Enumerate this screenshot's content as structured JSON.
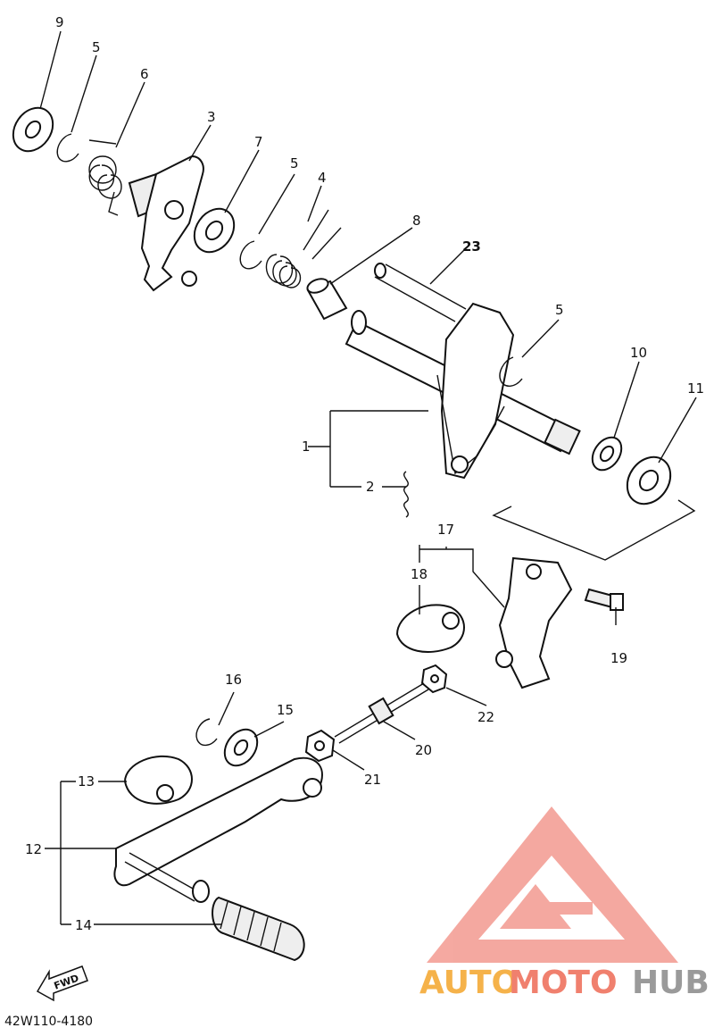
{
  "diagram": {
    "callouts": [
      {
        "id": "c9",
        "text": "9"
      },
      {
        "id": "c5a",
        "text": "5"
      },
      {
        "id": "c6",
        "text": "6"
      },
      {
        "id": "c3",
        "text": "3"
      },
      {
        "id": "c7",
        "text": "7"
      },
      {
        "id": "c5b",
        "text": "5"
      },
      {
        "id": "c4",
        "text": "4"
      },
      {
        "id": "c8",
        "text": "8"
      },
      {
        "id": "c23",
        "text": "23"
      },
      {
        "id": "c5c",
        "text": "5"
      },
      {
        "id": "c10",
        "text": "10"
      },
      {
        "id": "c11",
        "text": "11"
      },
      {
        "id": "c1",
        "text": "1"
      },
      {
        "id": "c2",
        "text": "2"
      },
      {
        "id": "c17",
        "text": "17"
      },
      {
        "id": "c18",
        "text": "18"
      },
      {
        "id": "c19",
        "text": "19"
      },
      {
        "id": "c22",
        "text": "22"
      },
      {
        "id": "c16",
        "text": "16"
      },
      {
        "id": "c15",
        "text": "15"
      },
      {
        "id": "c20",
        "text": "20"
      },
      {
        "id": "c21",
        "text": "21"
      },
      {
        "id": "c13",
        "text": "13"
      },
      {
        "id": "c12",
        "text": "12"
      },
      {
        "id": "c14",
        "text": "14"
      }
    ],
    "fwd_label": "FWD",
    "diagram_code": "42W110-4180"
  },
  "watermark": {
    "part1": "AUTO",
    "part2": "MOTO",
    "part3": "HUB",
    "colors": {
      "auto": "#f5b24a",
      "moto": "#f0806e",
      "hub": "#9a9a9a",
      "logo": "#f08a80"
    }
  }
}
